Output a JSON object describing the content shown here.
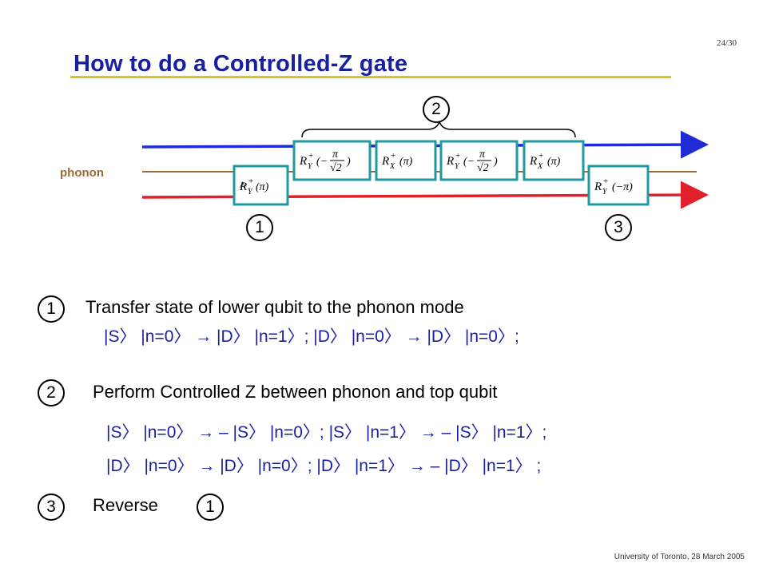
{
  "page_number": "24/30",
  "title": "How to do a Controlled-Z gate",
  "footer": "University of Toronto, 28 March 2005",
  "colors": {
    "title": "#1a1f9e",
    "underline": "#d4c81c",
    "top_qubit": "#1f2bd6",
    "phonon": "#9a6b3a",
    "bottom_qubit": "#e0202a",
    "ket_text": "#1a1f9e"
  },
  "circuit": {
    "phonon_label": "phonon",
    "markers": {
      "step1": "1",
      "step2": "2",
      "step3": "3"
    },
    "gates": [
      {
        "op": "R",
        "sup": "+",
        "sub": "Y",
        "arg": "(π)"
      },
      {
        "op": "R",
        "sup": "+",
        "sub": "Y",
        "arg_prefix": "(−",
        "arg_num": "π",
        "arg_den": "√2",
        "arg_suffix": ")"
      },
      {
        "op": "R",
        "sup": "+",
        "sub": "X",
        "arg": "(π)"
      },
      {
        "op": "R",
        "sup": "+",
        "sub": "Y",
        "arg_prefix": "(−",
        "arg_num": "π",
        "arg_den": "√2",
        "arg_suffix": ")"
      },
      {
        "op": "R",
        "sup": "+",
        "sub": "X",
        "arg": "(π)"
      },
      {
        "op": "R",
        "sup": "+",
        "sub": "Y",
        "arg": "(−π)"
      }
    ]
  },
  "steps": [
    {
      "number": "1",
      "heading": "Transfer state of lower qubit to the phonon mode",
      "lines": [
        "|S〉 |n=0〉 → |D〉 |n=1〉;    |D〉 |n=0〉 → |D〉 |n=0〉;"
      ]
    },
    {
      "number": "2",
      "heading": "Perform Controlled Z between phonon and top qubit",
      "lines": [
        "|S〉 |n=0〉 → – |S〉 |n=0〉; |S〉 |n=1〉 → – |S〉 |n=1〉;",
        "|D〉 |n=0〉 →  |D〉 |n=0〉;  |D〉 |n=1〉 → – |D〉 |n=1〉 ;"
      ]
    },
    {
      "number": "3",
      "heading": "Reverse",
      "ref": "1"
    }
  ]
}
